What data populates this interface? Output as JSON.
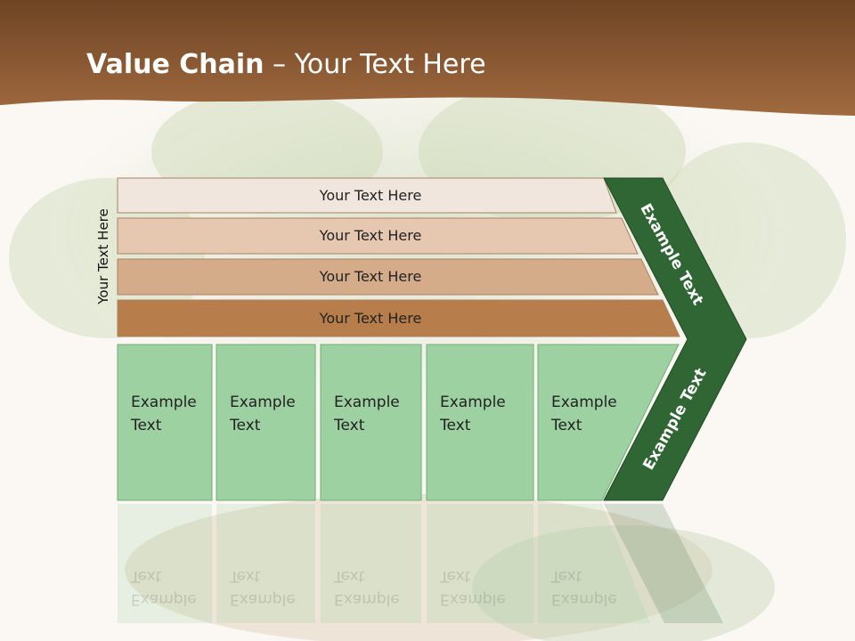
{
  "title": {
    "bold": "Value Chain",
    "rest": " – Your Text Here"
  },
  "side_label": "Your Text Here",
  "bars": [
    {
      "label": "Your Text Here"
    },
    {
      "label": "Your Text Here"
    },
    {
      "label": "Your Text Here"
    },
    {
      "label": "Your Text Here"
    }
  ],
  "cards": [
    {
      "line1": "Example",
      "line2": "Text"
    },
    {
      "line1": "Example",
      "line2": "Text"
    },
    {
      "line1": "Example",
      "line2": "Text"
    },
    {
      "line1": "Example",
      "line2": "Text"
    },
    {
      "line1": "Example",
      "line2": "Text"
    }
  ],
  "arrow": {
    "upper_text": "Example Text",
    "lower_text": "Example Text"
  },
  "colors": {
    "header": "#8d5a35",
    "bar1": "#f0e6de",
    "bar2": "#e6c8b1",
    "bar3": "#d4ac8a",
    "bar4": "#b77d4b",
    "card": "#9dd1a1",
    "arrow": "#2f6633"
  }
}
